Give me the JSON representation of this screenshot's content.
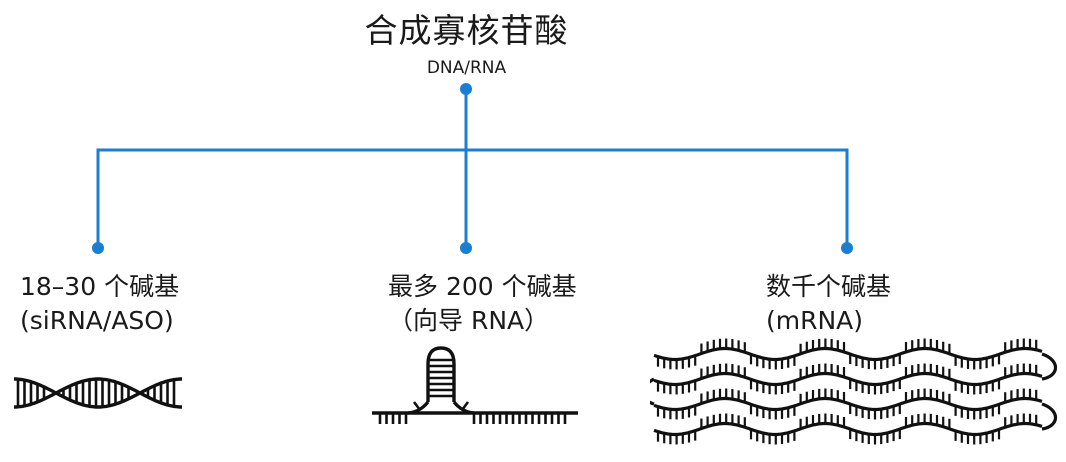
{
  "title": "合成寡核苷酸",
  "subtitle": "DNA/RNA",
  "accent_color": "#1a7ed3",
  "ink_color": "#111111",
  "branches": [
    {
      "line1": "18–30 个碱基",
      "line2": "(siRNA/ASO)",
      "icon": "double-helix-icon"
    },
    {
      "line1": "最多 200 个碱基",
      "line2": "（向导 RNA）",
      "icon": "hairpin-icon"
    },
    {
      "line1": "数千个碱基",
      "line2": "(mRNA)",
      "icon": "long-strands-icon"
    }
  ]
}
